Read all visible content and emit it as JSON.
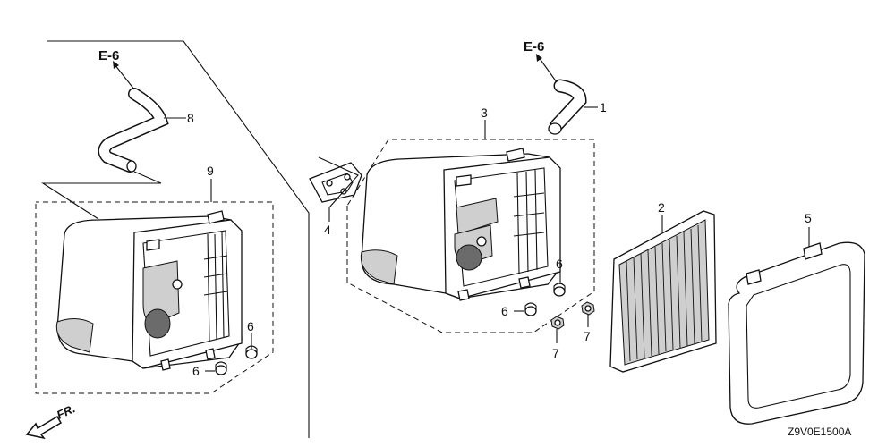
{
  "diagram": {
    "ref_top_left": "E-6",
    "ref_top_right": "E-6",
    "callouts": {
      "p1": "1",
      "p2": "2",
      "p3": "3",
      "p4": "4",
      "p5": "5",
      "p6a": "6",
      "p6b": "6",
      "p6c": "6",
      "p6d": "6",
      "p7a": "7",
      "p7b": "7",
      "p8": "8",
      "p9": "9"
    },
    "front_label": "FR.",
    "diagram_code": "Z9V0E1500A"
  }
}
